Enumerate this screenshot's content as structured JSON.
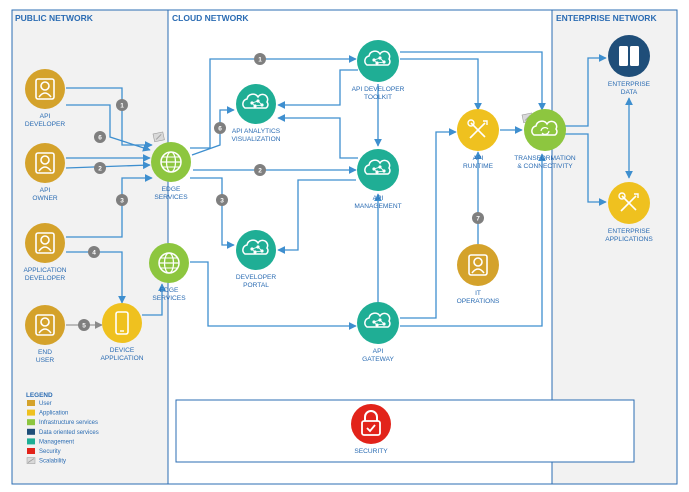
{
  "zones": {
    "public": "PUBLIC NETWORK",
    "cloud": "CLOUD NETWORK",
    "enterprise": "ENTERPRISE NETWORK"
  },
  "colors": {
    "user": "#d4a22b",
    "application": "#efc11f",
    "infrastructure": "#8dc63f",
    "data": "#1f4e79",
    "management": "#1fae95",
    "security": "#e2231a",
    "scalability": "#b0b0b0",
    "edge_line": "#3e8fcf",
    "badge": "#7f7f7f",
    "label": "#2b6cb3"
  },
  "nodes": {
    "api_developer": {
      "lines": [
        "API",
        "DEVELOPER"
      ],
      "icon": "user-icon",
      "category": "user"
    },
    "api_owner": {
      "lines": [
        "API",
        "OWNER"
      ],
      "icon": "user-icon",
      "category": "user"
    },
    "application_developer": {
      "lines": [
        "APPLICATION",
        "DEVELOPER"
      ],
      "icon": "user-icon",
      "category": "user"
    },
    "end_user": {
      "lines": [
        "END",
        "USER"
      ],
      "icon": "user-icon",
      "category": "user"
    },
    "device_application": {
      "lines": [
        "DEVICE",
        "APPLICATION"
      ],
      "icon": "mobile-device-icon",
      "category": "application"
    },
    "edge_services_1": {
      "lines": [
        "EDGE",
        "SERVICES"
      ],
      "icon": "globe-icon",
      "category": "infrastructure"
    },
    "edge_services_2": {
      "lines": [
        "EDGE",
        "SERVICES"
      ],
      "icon": "globe-icon",
      "category": "infrastructure"
    },
    "api_analytics": {
      "lines": [
        "API ANALYTICS",
        "VISUALIZATION"
      ],
      "icon": "cloud-network-icon",
      "category": "management"
    },
    "api_developer_toolkit": {
      "lines": [
        "API DEVELOPER",
        "TOOLKIT"
      ],
      "icon": "cloud-network-icon",
      "category": "management"
    },
    "api_management": {
      "lines": [
        "API",
        "MANAGEMENT"
      ],
      "icon": "cloud-network-icon",
      "category": "management"
    },
    "developer_portal": {
      "lines": [
        "DEVELOPER",
        "PORTAL"
      ],
      "icon": "cloud-network-icon",
      "category": "management"
    },
    "api_gateway": {
      "lines": [
        "API",
        "GATEWAY"
      ],
      "icon": "cloud-network-icon",
      "category": "management"
    },
    "api_runtime": {
      "lines": [
        "API",
        "RUNTIME"
      ],
      "icon": "tools-icon",
      "category": "application"
    },
    "it_operations": {
      "lines": [
        "IT",
        "OPERATIONS"
      ],
      "icon": "user-icon",
      "category": "user"
    },
    "transformation": {
      "lines": [
        "TRANSFORMATION",
        "& CONNECTIVITY"
      ],
      "icon": "cloud-sync-icon",
      "category": "infrastructure"
    },
    "enterprise_data": {
      "lines": [
        "ENTERPRISE",
        "DATA"
      ],
      "icon": "database-icon",
      "category": "data"
    },
    "enterprise_applications": {
      "lines": [
        "ENTERPRISE",
        "APPLICATIONS"
      ],
      "icon": "tools-icon",
      "category": "application"
    },
    "security": {
      "lines": [
        "SECURITY"
      ],
      "icon": "lock-icon",
      "category": "security"
    }
  },
  "badges": [
    "1",
    "2",
    "3",
    "4",
    "5",
    "6",
    "7"
  ],
  "legend": {
    "title": "LEGEND",
    "items": [
      {
        "label": "User",
        "color": "#d4a22b"
      },
      {
        "label": "Application",
        "color": "#efc11f"
      },
      {
        "label": "Infrastructure services",
        "color": "#8dc63f"
      },
      {
        "label": "Data oriented services",
        "color": "#1f4e79"
      },
      {
        "label": "Management",
        "color": "#1fae95"
      },
      {
        "label": "Security",
        "color": "#e2231a"
      },
      {
        "label": "Scalability",
        "color": "#b0b0b0"
      }
    ]
  }
}
